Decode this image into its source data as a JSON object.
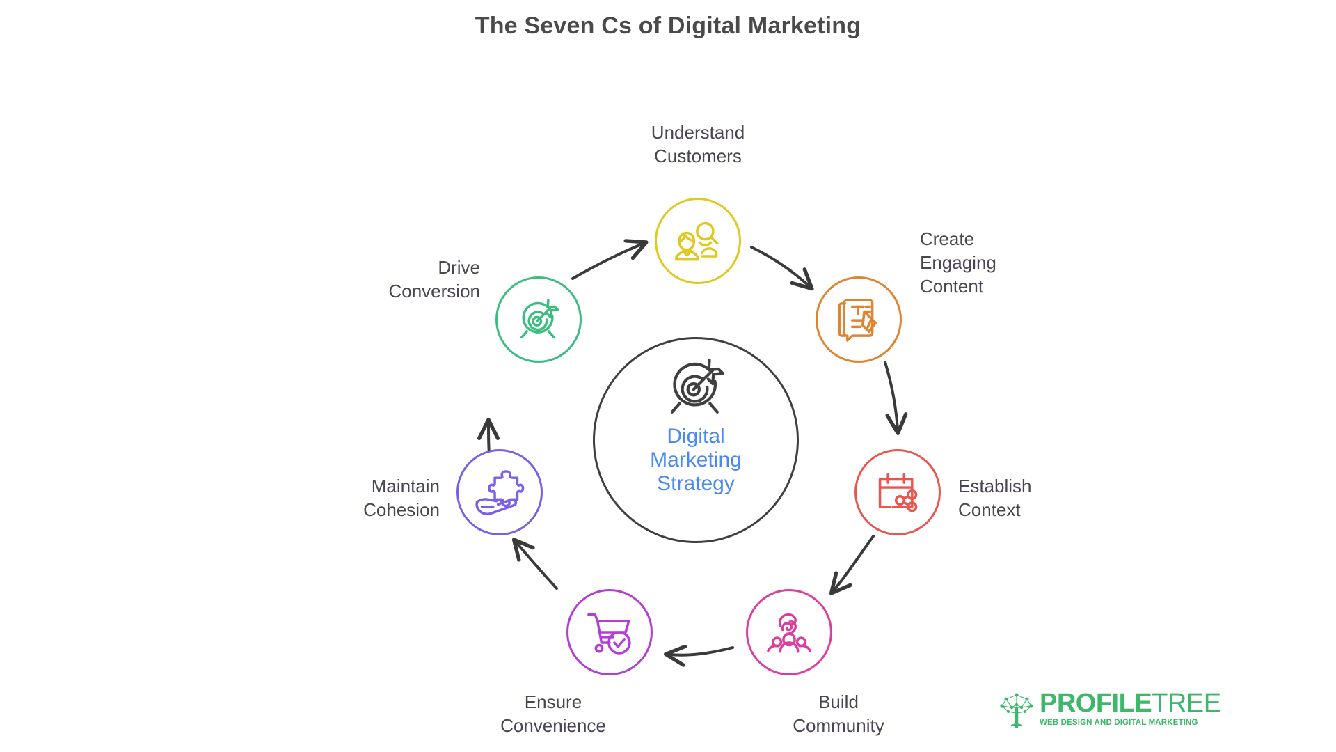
{
  "page": {
    "title": "The Seven Cs of Digital Marketing",
    "background": "#ffffff",
    "title_color": "#4a4a4a",
    "label_color": "#4a4454",
    "arrow_color": "#3a3a3a"
  },
  "center": {
    "icon": "target-arrow-icon",
    "text": "Digital\nMarketing\nStrategy",
    "text_color": "#4a89f3",
    "ring_color": "#3f3f3f"
  },
  "nodes": [
    {
      "id": "understand-customers",
      "label": "Understand\nCustomers",
      "color": "#E0C81E",
      "icon": "customers-magnifier-icon",
      "order": 1
    },
    {
      "id": "create-engaging-content",
      "label": "Create\nEngaging\nContent",
      "color": "#E08430",
      "icon": "document-pencil-icon",
      "order": 2
    },
    {
      "id": "establish-context",
      "label": "Establish\nContext",
      "color": "#E8564E",
      "icon": "calendar-share-icon",
      "order": 3
    },
    {
      "id": "build-community",
      "label": "Build\nCommunity",
      "color": "#DB3E9C",
      "icon": "community-group-icon",
      "order": 4
    },
    {
      "id": "ensure-convenience",
      "label": "Ensure\nConvenience",
      "color": "#B43DD6",
      "icon": "cart-check-icon",
      "order": 5
    },
    {
      "id": "maintain-cohesion",
      "label": "Maintain\nCohesion",
      "color": "#7B5FE8",
      "icon": "hand-puzzle-icon",
      "order": 6
    },
    {
      "id": "drive-conversion",
      "label": "Drive\nConversion",
      "color": "#3CBD80",
      "icon": "target-arrow-icon",
      "order": 7
    }
  ],
  "logo": {
    "mark": "tree-network-icon",
    "name_bold": "PROFILE",
    "name_light": "TREE",
    "tagline": "WEB DESIGN AND DIGITAL MARKETING",
    "color": "#3BB868"
  }
}
